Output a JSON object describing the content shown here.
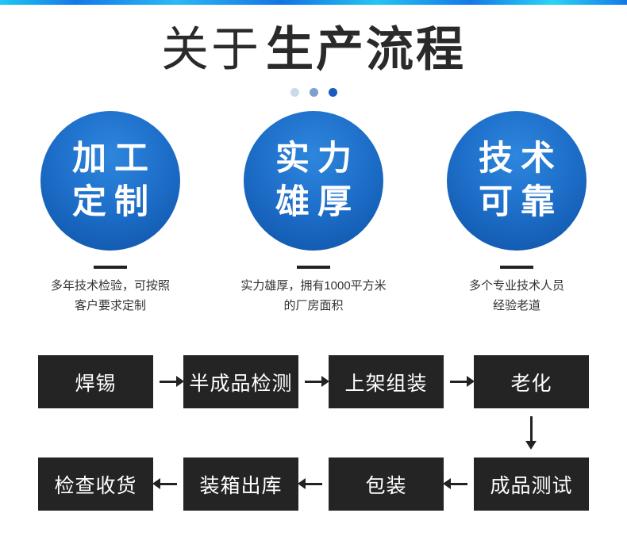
{
  "colors": {
    "stripe_blue": "#1478e8",
    "stripe_cyan": "#24c8f2",
    "title_text": "#2a2a2a",
    "dot_colors": [
      "#ccd9ed",
      "#7f9fcc",
      "#1a5bbf"
    ],
    "circle_inner": "#2e86dd",
    "circle_outer": "#0e51a7",
    "circle_text": "#ffffff",
    "divider": "#222222",
    "desc_text": "#333333",
    "flow_box_bg": "#242424",
    "flow_box_text": "#ffffff",
    "arrow": "#222222"
  },
  "header": {
    "title_light": "关于",
    "title_bold": "生产流程"
  },
  "features": [
    {
      "circle_line1": "加工",
      "circle_line2": "定制",
      "desc_line1": "多年技术检验，可按照",
      "desc_line2": "客户要求定制"
    },
    {
      "circle_line1": "实力",
      "circle_line2": "雄厚",
      "desc_line1": "实力雄厚，拥有1000平方米",
      "desc_line2": "的厂房面积"
    },
    {
      "circle_line1": "技术",
      "circle_line2": "可靠",
      "desc_line1": "多个专业技术人员",
      "desc_line2": "经验老道"
    }
  ],
  "flow": {
    "top_row": [
      "焊锡",
      "半成品检测",
      "上架组装",
      "老化"
    ],
    "bottom_row": [
      "检查收货",
      "装箱出库",
      "包装",
      "成品测试"
    ]
  }
}
